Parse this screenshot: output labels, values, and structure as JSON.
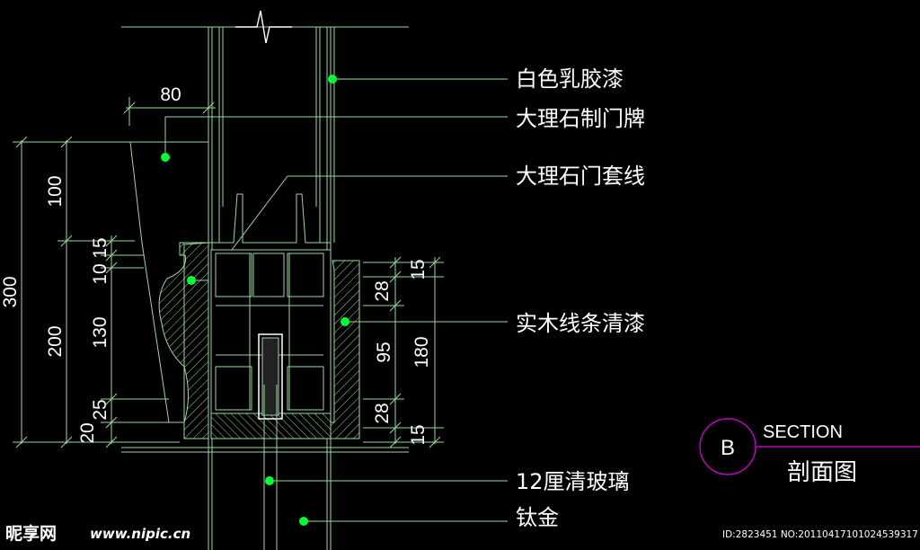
{
  "labels": [
    {
      "text": "白色乳胶漆"
    },
    {
      "text": "大理石制门牌"
    },
    {
      "text": "大理石门套线"
    },
    {
      "text": "实木线条清漆"
    },
    {
      "text": "12厘清玻璃"
    },
    {
      "text": "钛金"
    }
  ],
  "dimensions": {
    "top_width": "80",
    "left_overall": "300",
    "left_upper": "100",
    "left_lower": "200",
    "left_a": "10",
    "left_b": "15",
    "left_c": "130",
    "left_d": "25",
    "left_e": "20",
    "right_a": "15",
    "right_b": "28",
    "right_c": "95",
    "right_d": "180",
    "right_e": "28",
    "right_f": "15"
  },
  "section_marker": {
    "letter": "B",
    "english": "SECTION",
    "chinese": "剖面图"
  },
  "watermark": {
    "logo": "昵享网",
    "url": "www.nipic.cn",
    "id_text": "ID:2823451 NO:20110417101024539317"
  },
  "colors": {
    "background": "#000000",
    "linework": "#9cd89c",
    "leader_dot": "#00ff33",
    "section_circle": "#c000c0",
    "text": "#ffffff"
  }
}
